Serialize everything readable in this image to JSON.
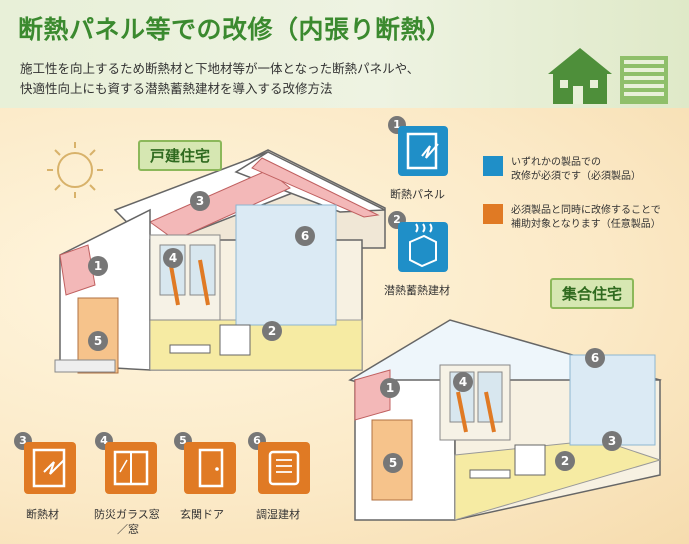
{
  "header": {
    "title": "断熱パネル等での改修（内張り断熱）",
    "subtitle_line1": "施工性を向上するため断熱材と下地材等が一体となった断熱パネルや、",
    "subtitle_line2": "快適性向上にも資する潜熱蓄熱建材を導入する改修方法"
  },
  "labels": {
    "detached_house": "戸建住宅",
    "apartment": "集合住宅"
  },
  "legend": {
    "required": {
      "color": "#1f8fc8",
      "text_line1": "いずれかの製品での",
      "text_line2": "改修が必須です（必須製品）"
    },
    "optional": {
      "color": "#e07a24",
      "text_line1": "必須製品と同時に改修することで",
      "text_line2": "補助対象となります（任意製品）"
    }
  },
  "required_products": [
    {
      "num": "1",
      "label": "断熱パネル",
      "icon": "insulation-panel-icon"
    },
    {
      "num": "2",
      "label": "潜熱蓄熱建材",
      "icon": "latent-heat-storage-icon"
    }
  ],
  "optional_products": [
    {
      "num": "3",
      "label": "断熱材",
      "icon": "insulation-material-icon"
    },
    {
      "num": "4",
      "label_line1": "防災ガラス窓",
      "label_line2": "／窓",
      "icon": "window-icon"
    },
    {
      "num": "5",
      "label": "玄関ドア",
      "icon": "entrance-door-icon"
    },
    {
      "num": "6",
      "label": "調湿建材",
      "icon": "humidity-control-icon"
    }
  ],
  "markers": {
    "m1": "1",
    "m2": "2",
    "m3": "3",
    "m4": "4",
    "m5": "5",
    "m6": "6"
  }
}
